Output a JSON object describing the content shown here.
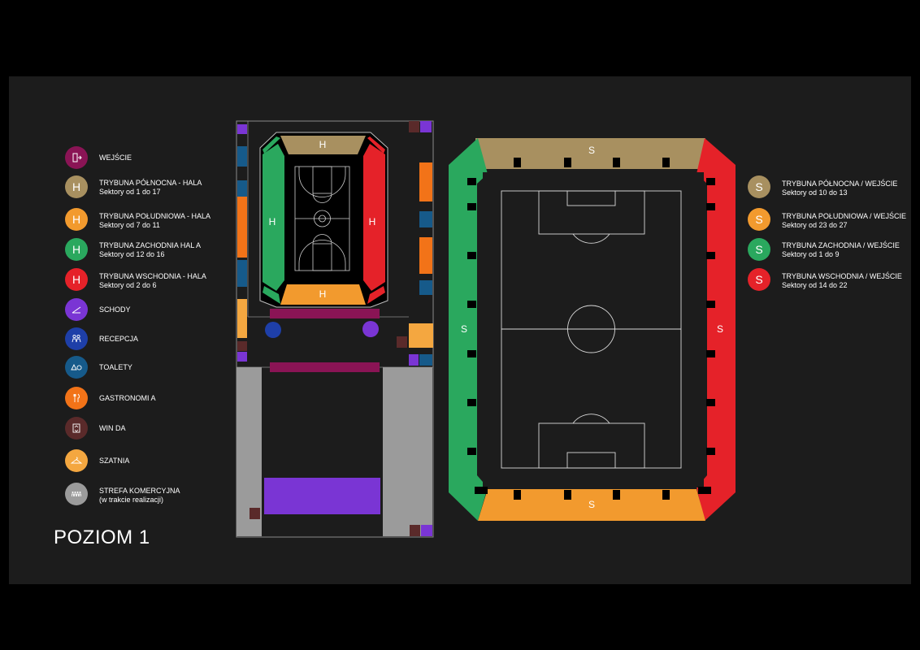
{
  "level_title": "POZIOM 1",
  "legend_left": [
    {
      "id": "wejscie",
      "label": "WEJŚCIE",
      "sub": "",
      "symbol": "",
      "icon": "door-entrance-icon",
      "color": "#8a1455"
    },
    {
      "id": "north-hall",
      "label": "TRYBUNA PÓŁNOCNA - HALA",
      "sub": "Sektory od 1 do 17",
      "symbol": "H",
      "icon": "",
      "color": "#a89060"
    },
    {
      "id": "south-hall",
      "label": "TRYBUNA POŁUDNIOWA - HALA",
      "sub": "Sektory od 7 do 11",
      "symbol": "H",
      "icon": "",
      "color": "#f29a2e"
    },
    {
      "id": "west-hall",
      "label": "TRYBUNA ZACHODNIA HAL   A",
      "sub": "Sektory od 12 do 16",
      "symbol": "H",
      "icon": "",
      "color": "#2aa85e"
    },
    {
      "id": "east-hall",
      "label": "TRYBUNA WSCHODNIA - HALA",
      "sub": "Sektory od 2 do 6",
      "symbol": "H",
      "icon": "",
      "color": "#e52229"
    },
    {
      "id": "schody",
      "label": "SCHODY",
      "sub": "",
      "symbol": "",
      "icon": "stairs-icon",
      "color": "#7a35d4"
    },
    {
      "id": "recepcja",
      "label": "RECEPCJA",
      "sub": "",
      "symbol": "",
      "icon": "reception-people-icon",
      "color": "#1e3fa8"
    },
    {
      "id": "toalety",
      "label": "TOALETY",
      "sub": "",
      "symbol": "",
      "icon": "toilets-icon",
      "color": "#165a8a"
    },
    {
      "id": "gastronomia",
      "label": "GASTRONOMI A",
      "sub": "",
      "symbol": "",
      "icon": "cutlery-icon",
      "color": "#f27318"
    },
    {
      "id": "winda",
      "label": "WIN DA",
      "sub": "",
      "symbol": "",
      "icon": "elevator-icon",
      "color": "#5a2a2a"
    },
    {
      "id": "szatnia",
      "label": "SZATNIA",
      "sub": "",
      "symbol": "",
      "icon": "hanger-icon",
      "color": "#f4a740"
    },
    {
      "id": "strefa",
      "label": "STREFA KOMERCYJNA",
      "sub": "(w trakcie realizacji)",
      "symbol": "",
      "icon": "commercial-zone-icon",
      "color": "#9b9b9b"
    }
  ],
  "legend_right": [
    {
      "id": "north-stadium",
      "label": "TRYBUNA PÓŁNOCNA / WEJŚCIE",
      "sub": "Sektory od 10 do 13",
      "symbol": "S",
      "color": "#a89060"
    },
    {
      "id": "south-stadium",
      "label": "TRYBUNA POŁUDNIOWA / WEJŚCIE",
      "sub": "Sektory od 23 do 27",
      "symbol": "S",
      "color": "#f29a2e"
    },
    {
      "id": "west-stadium",
      "label": "TRYBUNA ZACHODNIA / WEJŚCIE",
      "sub": "Sektory od 1 do 9",
      "symbol": "S",
      "color": "#2aa85e"
    },
    {
      "id": "east-stadium",
      "label": "TRYBUNA WSCHODNIA / WEJŚCIE",
      "sub": "Sektory od 14 do 22",
      "symbol": "S",
      "color": "#e52229"
    }
  ],
  "hall_labels": {
    "north": "H",
    "south": "H",
    "west": "H",
    "east": "H"
  },
  "stadium_labels": {
    "north": "S",
    "south": "S",
    "west": "S",
    "east": "S"
  },
  "colors": {
    "background": "#1c1c1c",
    "north": "#a89060",
    "south": "#f29a2e",
    "west": "#2aa85e",
    "east": "#e52229",
    "entrance": "#8a1455",
    "stairs": "#7a35d4",
    "reception": "#1e3fa8",
    "toilets": "#165a8a",
    "gastronomy": "#f27318",
    "elevator": "#5a2a2a",
    "cloakroom": "#f4a740",
    "commercial": "#9b9b9b"
  }
}
